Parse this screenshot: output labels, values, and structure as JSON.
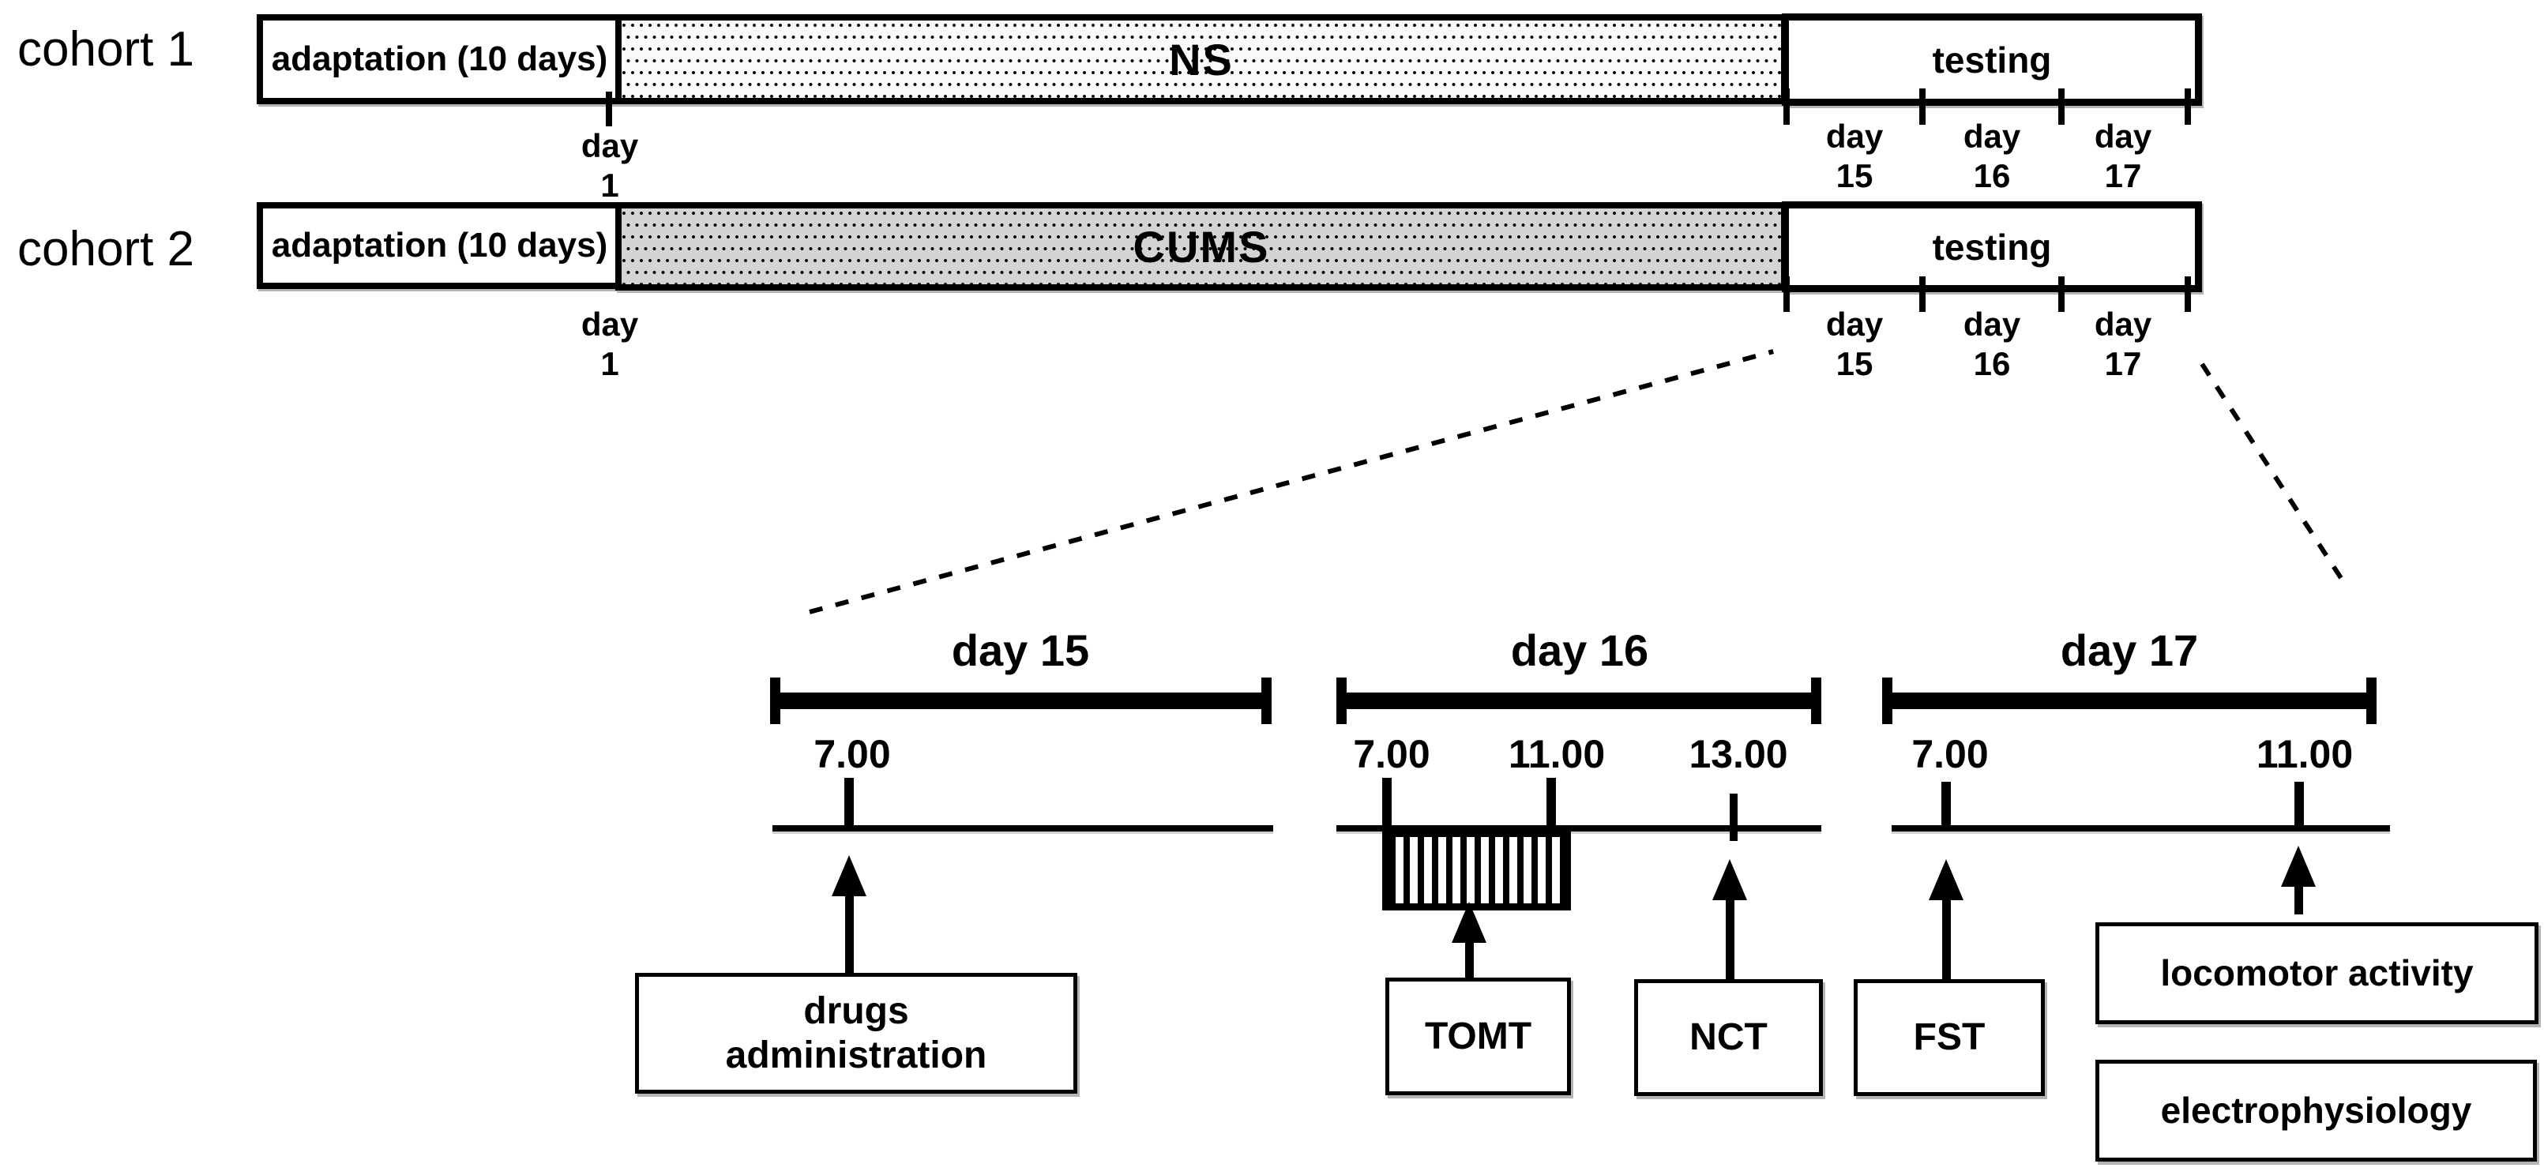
{
  "colors": {
    "ink": "#000000",
    "paper": "#ffffff",
    "ns_fill": "#fafafa",
    "cums_fill": "#d4d4d4",
    "shadow": "#b5b5b5",
    "shadow_light": "#cfcfcf"
  },
  "cohort1": {
    "label": "cohort 1",
    "adaptation": "adaptation (10 days)",
    "phase": "NS",
    "testing": "testing",
    "start_day": {
      "word": "day",
      "num": "1"
    },
    "days": [
      {
        "word": "day",
        "num": "15"
      },
      {
        "word": "day",
        "num": "16"
      },
      {
        "word": "day",
        "num": "17"
      }
    ]
  },
  "cohort2": {
    "label": "cohort 2",
    "adaptation": "adaptation (10 days)",
    "phase": "CUMS",
    "testing": "testing",
    "start_day": {
      "word": "day",
      "num": "1"
    },
    "days": [
      {
        "word": "day",
        "num": "15"
      },
      {
        "word": "day",
        "num": "16"
      },
      {
        "word": "day",
        "num": "17"
      }
    ]
  },
  "detail": {
    "day15": {
      "title": "day 15",
      "times": [
        "7.00"
      ],
      "event": {
        "line1": "drugs",
        "line2": "administration"
      }
    },
    "day16": {
      "title": "day 16",
      "times": [
        "7.00",
        "11.00",
        "13.00"
      ],
      "events": [
        "TOMT",
        "NCT"
      ]
    },
    "day17": {
      "title": "day 17",
      "times": [
        "7.00",
        "11.00"
      ],
      "events": [
        "FST",
        "locomotor activity",
        "electrophysiology"
      ]
    }
  }
}
